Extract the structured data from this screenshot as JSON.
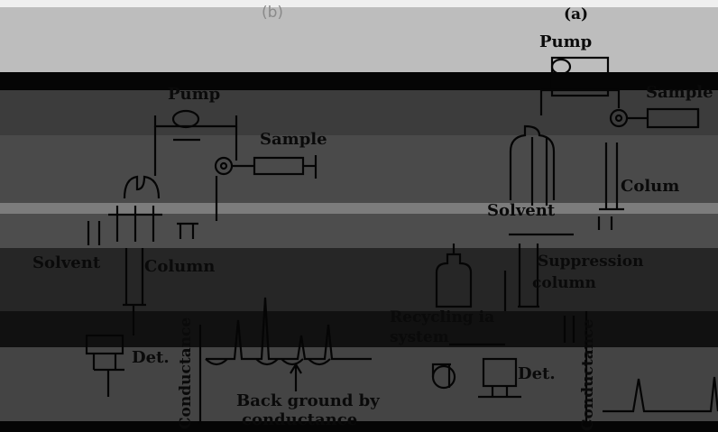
{
  "panels": {
    "left": {
      "tag": "(b)",
      "labels": {
        "pump": "Pump",
        "sample": "Sample",
        "solvent": "Solvent",
        "column": "Column",
        "detector": "Det.",
        "conductance": "Conductance",
        "background_line1": "Back ground by",
        "background_line2": "conductance"
      }
    },
    "right": {
      "tag": "(a)",
      "labels": {
        "pump": "Pump",
        "sample": "Sample",
        "column": "Colum",
        "solvent": "Solvent",
        "suppression_line1": "Suppression",
        "suppression_line2": "column",
        "recycling_line1": "Recycling ia",
        "recycling_line2": "system",
        "detector": "Det.",
        "conductance": "Conductance"
      }
    }
  },
  "colors": {
    "background": "#2e2e2e",
    "ink": "#0a0a0a",
    "dark_band": "#0b0b0b",
    "light_band": "#c9c9c9"
  }
}
